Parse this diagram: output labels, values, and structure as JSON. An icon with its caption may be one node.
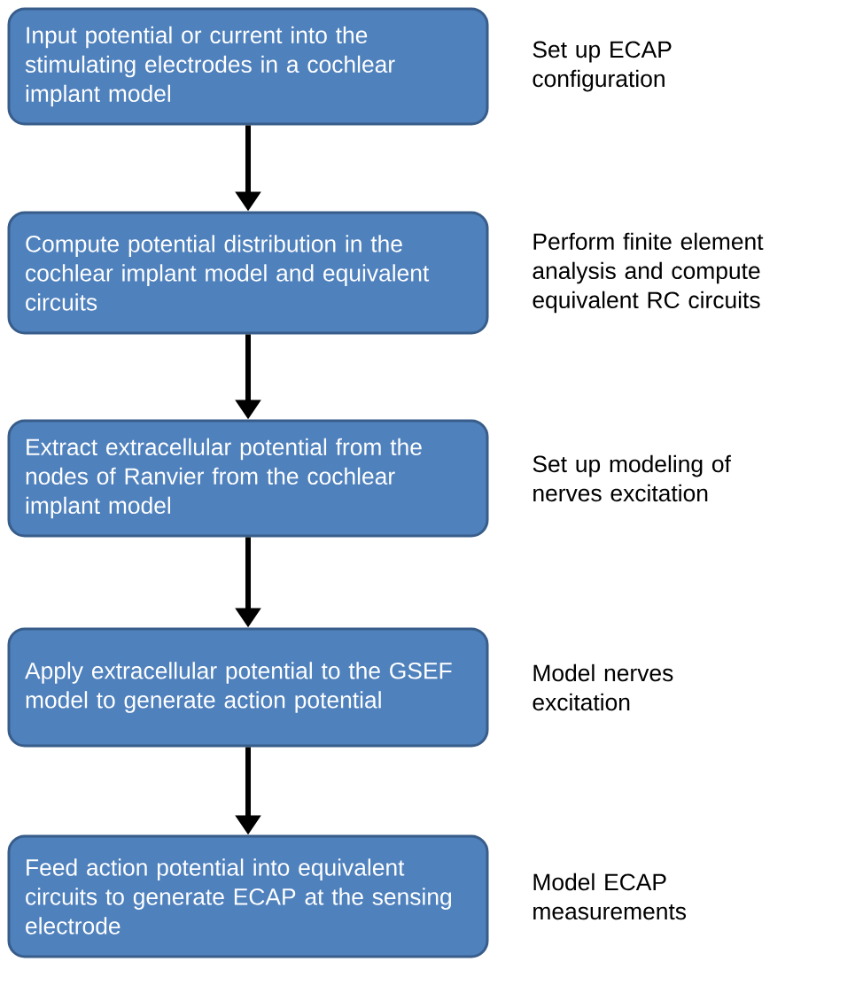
{
  "diagram": {
    "nodes": [
      {
        "text": [
          "Input potential or current into the stimulating electrodes in a cochlear implant model"
        ],
        "beside": [
          "Set up ECAP configuration"
        ]
      },
      {
        "text": [
          "Compute potential distribution in the cochlear implant model and equivalent circuits"
        ],
        "beside": [
          "Perform finite element analysis and compute equivalent RC circuits"
        ]
      },
      {
        "text": [
          "Extract extracellular potential from the nodes of Ranvier from the cochlear implant model"
        ],
        "beside": [
          "Set up modeling of nerves excitation"
        ]
      },
      {
        "text": [
          "Apply extracellular potential to the GSEF model to generate action potential"
        ],
        "beside": [
          "Model nerves excitation"
        ]
      },
      {
        "text": [
          "Feed action potential into equivalent circuits to generate ECAP at the sensing electrode"
        ],
        "beside": [
          "Model ECAP measurements"
        ]
      }
    ],
    "edges": [
      {
        "from": 0,
        "to": 1,
        "arrow": "to"
      },
      {
        "from": 1,
        "to": 2,
        "arrow": "to"
      },
      {
        "from": 2,
        "to": 3,
        "arrow": "to"
      },
      {
        "from": 3,
        "to": 4,
        "arrow": "to"
      }
    ]
  }
}
